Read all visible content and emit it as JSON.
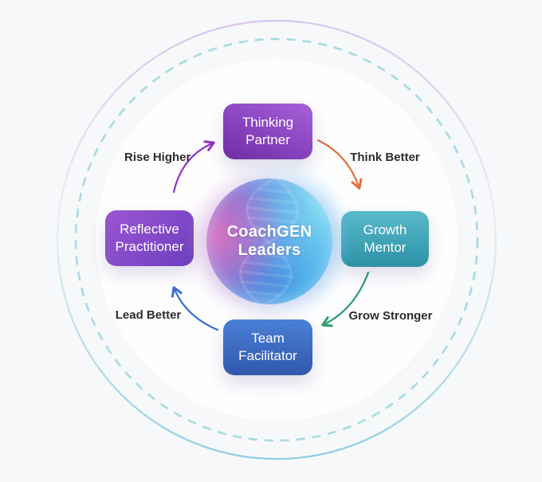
{
  "app": {
    "background": "#f7f8fa",
    "inner_circle_fill": "#fefeff"
  },
  "rings": {
    "outer_gradient_top": "#d8c5ee",
    "outer_gradient_middle": "#e9eff5",
    "outer_gradient_bottom": "#8ccfdf",
    "dashed_color": "#a5dbe3"
  },
  "center": {
    "title_line1": "CoachGEN",
    "title_line2": "Leaders",
    "gradient_pink": "#d873c2",
    "gradient_purple": "#7e68d6",
    "gradient_blue": "#3fa0e6",
    "gradient_cyan": "#7fd9f2",
    "watermark_icon": "dna-helix"
  },
  "nodes": [
    {
      "id": "thinking-partner",
      "label": "Thinking Partner",
      "position": "top",
      "color_from": "#a660da",
      "color_to": "#6e2ca5"
    },
    {
      "id": "growth-mentor",
      "label": "Growth Mentor",
      "position": "right",
      "color_from": "#58bac9",
      "color_to": "#2d91a7"
    },
    {
      "id": "team-facilitator",
      "label": "Team Facilitator",
      "position": "bottom",
      "color_from": "#4a80d5",
      "color_to": "#3057ae"
    },
    {
      "id": "reflective-practitioner",
      "label": "Reflective Practitioner",
      "position": "left",
      "color_from": "#9c55d2",
      "color_to": "#6b3fc0"
    }
  ],
  "arrows": [
    {
      "id": "rise-higher",
      "label": "Rise Higher",
      "color": "#8f35c4",
      "from": "reflective-practitioner",
      "to": "thinking-partner"
    },
    {
      "id": "think-better",
      "label": "Think Better",
      "color": "#e1703d",
      "from": "thinking-partner",
      "to": "growth-mentor"
    },
    {
      "id": "grow-stronger",
      "label": "Grow Stronger",
      "color": "#2a9d68",
      "from": "growth-mentor",
      "to": "team-facilitator"
    },
    {
      "id": "lead-better",
      "label": "Lead Better",
      "color": "#3a6fd2",
      "from": "team-facilitator",
      "to": "reflective-practitioner"
    }
  ]
}
